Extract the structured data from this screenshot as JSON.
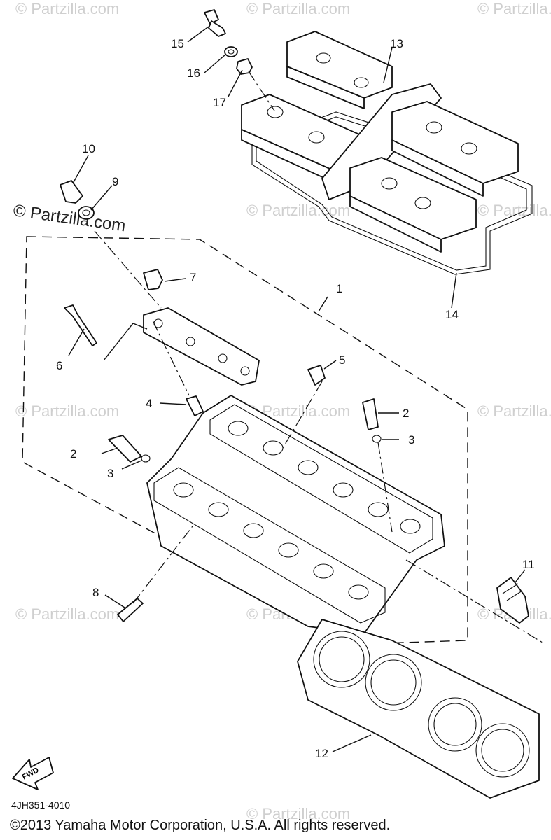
{
  "watermark": "© Partzilla.com",
  "drawing_code": "4JH351-4010",
  "copyright": "©2013 Yamaha Motor Corporation, U.S.A. All rights reserved.",
  "fwd_label": "FWD",
  "callouts": [
    "1",
    "2",
    "2",
    "3",
    "3",
    "4",
    "5",
    "6",
    "7",
    "8",
    "9",
    "10",
    "11",
    "12",
    "13",
    "14",
    "15",
    "16",
    "17"
  ]
}
